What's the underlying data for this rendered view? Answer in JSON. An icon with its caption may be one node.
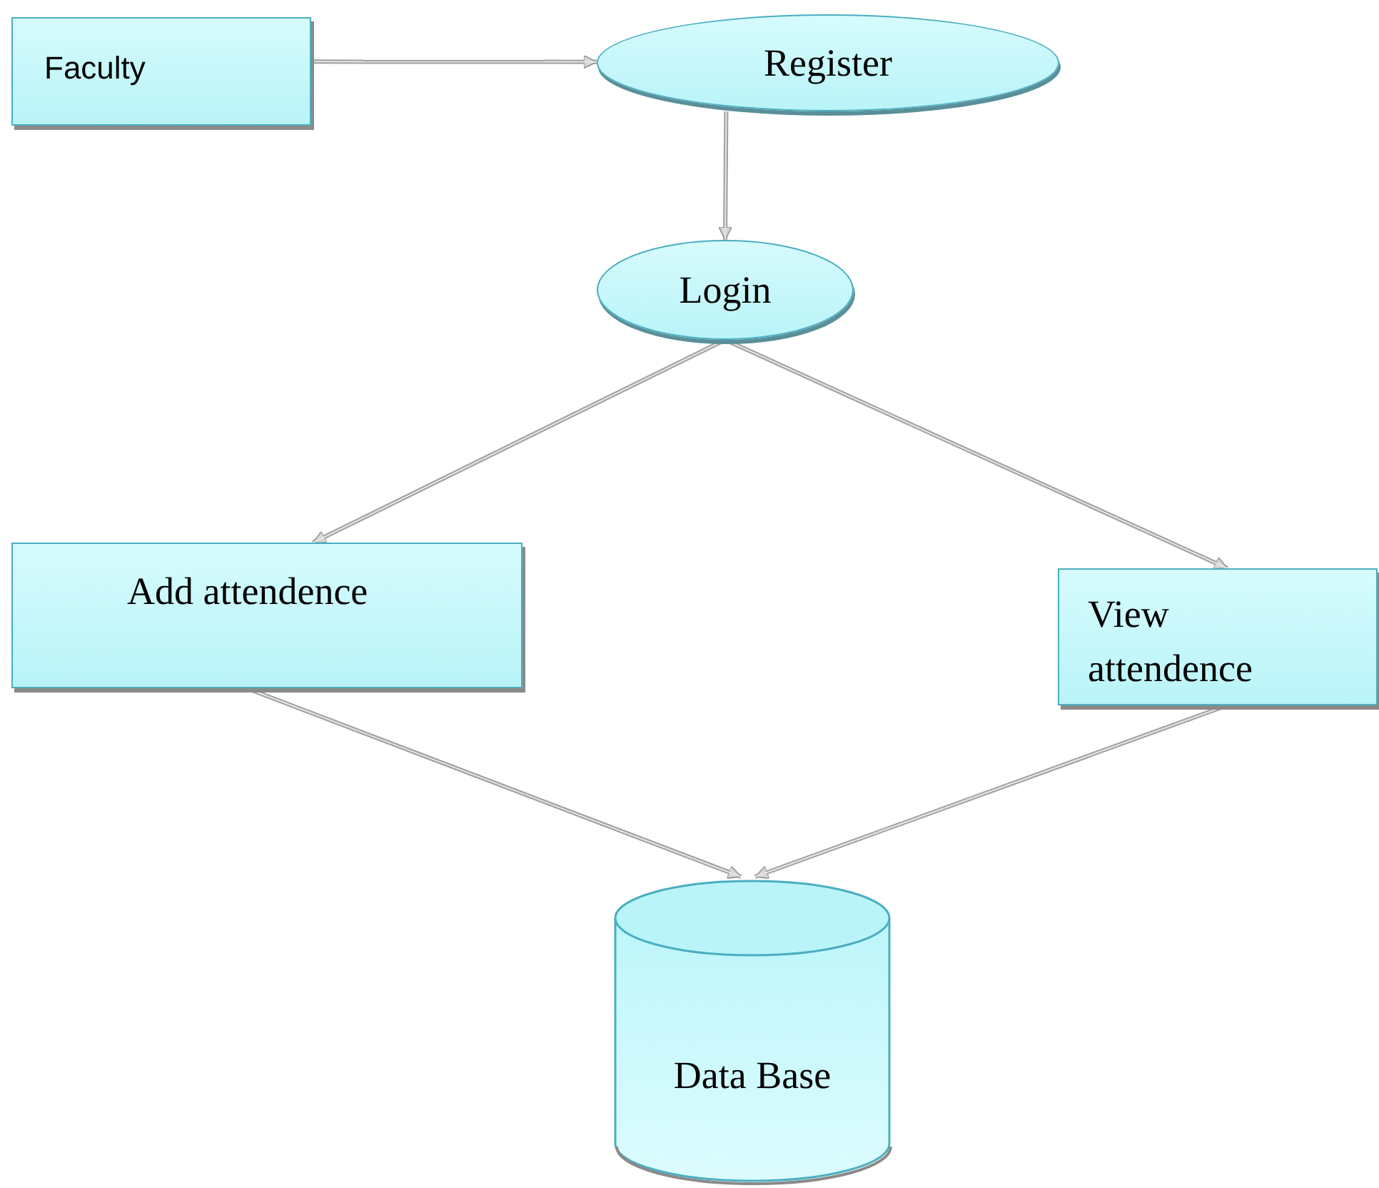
{
  "diagram": {
    "nodes": [
      {
        "text": [
          "Faculty"
        ]
      },
      {
        "text": [
          "Register"
        ]
      },
      {
        "text": [
          "Login"
        ]
      },
      {
        "text": [
          "Add attendence"
        ]
      },
      {
        "text": [
          "View attendence"
        ]
      },
      {
        "text": [
          "Data Base"
        ]
      }
    ],
    "edges": [
      {
        "from": 0,
        "to": 1,
        "arrow": "to"
      },
      {
        "from": 1,
        "to": 2,
        "arrow": "to"
      },
      {
        "from": 2,
        "to": 3,
        "arrow": "to"
      },
      {
        "from": 2,
        "to": 4,
        "arrow": "to"
      },
      {
        "from": 3,
        "to": 5,
        "arrow": "to"
      },
      {
        "from": 4,
        "to": 5,
        "arrow": "to"
      }
    ]
  }
}
